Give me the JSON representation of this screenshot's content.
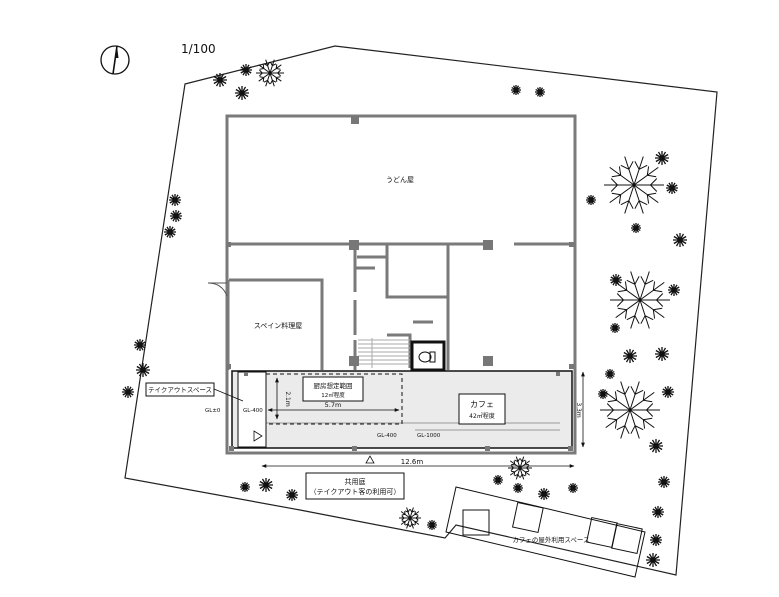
{
  "header": {
    "scale": "1/100"
  },
  "rooms": {
    "udon": "うどん屋",
    "spanish": "スペイン料理屋",
    "cafe_name": "カフェ",
    "cafe_area": "42㎡程度"
  },
  "kitchen": {
    "title": "厨房想定範囲",
    "area": "12㎡程度"
  },
  "labels": {
    "takeout": "テイクアウトスペース",
    "gl0": "GL±0",
    "gl400_left": "GL-400",
    "gl400_mid": "GL-400",
    "gl1000": "GL-1000",
    "outdoor": "カフェの屋外利用スペース"
  },
  "dimensions": {
    "height_2_1": "2.1m",
    "width_5_7": "5.7m",
    "depth_3": "3.3m",
    "width_12_6": "12.6m"
  },
  "courtyard": {
    "line1": "共用庭",
    "line2": "（テイクアウト客の利用可）"
  },
  "icons": {
    "north_arrow": "north-arrow-icon",
    "tree": "tree-icon",
    "shrub": "shrub-icon",
    "toilet": "toilet-icon"
  }
}
